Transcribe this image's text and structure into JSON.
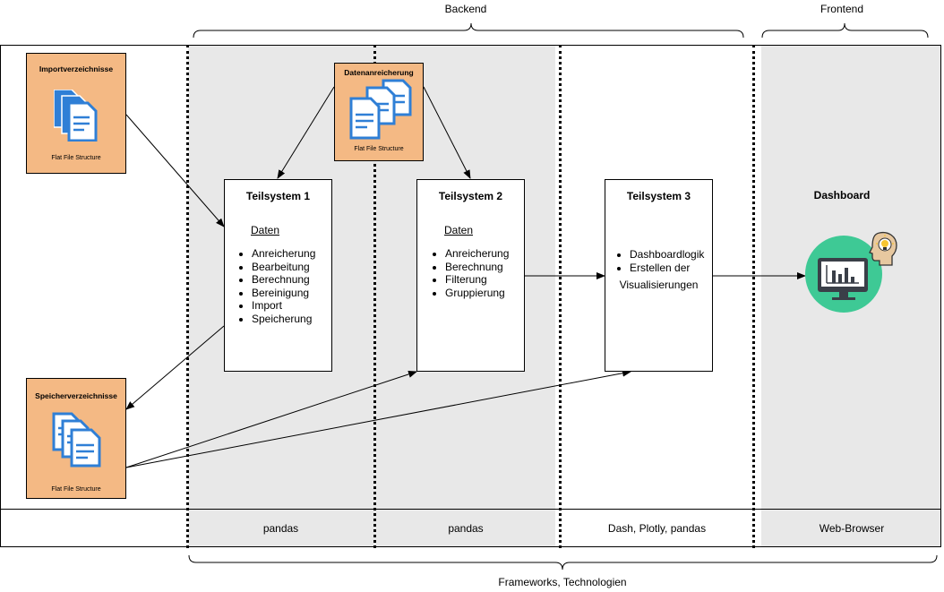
{
  "headers": {
    "backend": "Backend",
    "frontend": "Frontend",
    "frameworks": "Frameworks, Technologien"
  },
  "stores": {
    "import": {
      "title": "Importverzeichnisse",
      "caption": "Flat File Structure",
      "icon": "documents-icon"
    },
    "enrichment": {
      "title": "Datenanreicherung",
      "caption": "Flat File Structure",
      "icon": "documents-icon"
    },
    "storage": {
      "title": "Speicherverzeichnisse",
      "caption": "Flat File Structure",
      "icon": "documents-icon"
    }
  },
  "subsystems": [
    {
      "title": "Teilsystem 1",
      "subtitle": "Daten",
      "items": [
        "Anreicherung",
        "Bearbeitung",
        "Berechnung",
        "Bereinigung",
        "Import",
        "Speicherung"
      ]
    },
    {
      "title": "Teilsystem 2",
      "subtitle": "Daten",
      "items": [
        "Anreicherung",
        "Berechnung",
        "Filterung",
        "Gruppierung"
      ]
    },
    {
      "title": "Teilsystem 3",
      "items": [
        "Dashboardlogik",
        "Erstellen der"
      ],
      "continuation": "Visualisierungen"
    }
  ],
  "dashboard": {
    "title": "Dashboard",
    "icon": "dashboard-monitor-icon",
    "person_icon": "idea-person-icon"
  },
  "technologies": [
    "pandas",
    "pandas",
    "Dash, Plotly, pandas",
    "Web-Browser"
  ],
  "colors": {
    "store_fill": "#f4b984",
    "backend_band": "#e8e8e8",
    "dashboard_circle": "#3ec995",
    "document_blue": "#2f7fd6"
  }
}
